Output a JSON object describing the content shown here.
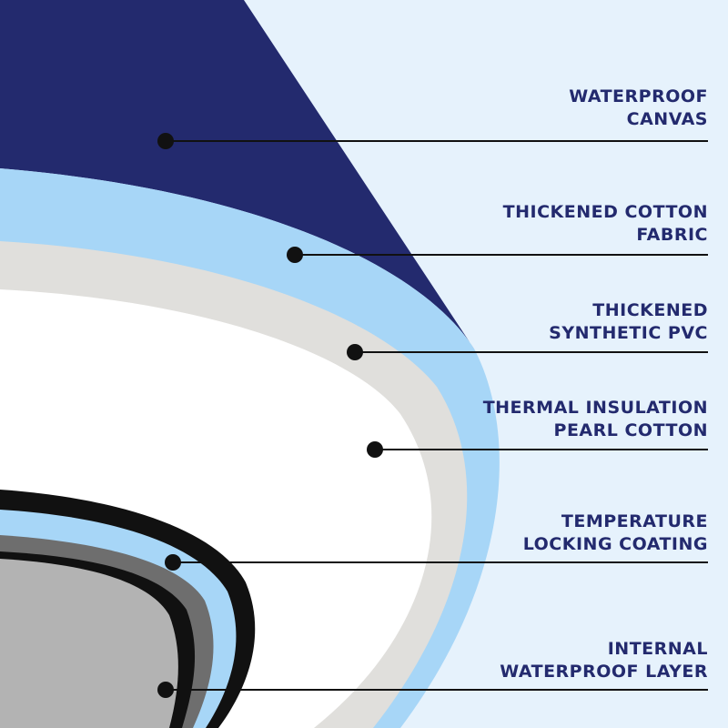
{
  "colors": {
    "background": "#e6f2fc",
    "navy": "#232a6e",
    "light_blue": "#a7d6f7",
    "light_gray": "#e0dfdc",
    "white": "#ffffff",
    "black": "#111111",
    "dark_gray": "#6e6e6e",
    "mid_gray": "#b3b3b3"
  },
  "layers": [
    {
      "line1": "WATERPROOF",
      "line2": "CANVAS"
    },
    {
      "line1": "THICKENED COTTON",
      "line2": "FABRIC"
    },
    {
      "line1": "THICKENED",
      "line2": "SYNTHETIC PVC"
    },
    {
      "line1": "THERMAL INSULATION",
      "line2": "PEARL COTTON"
    },
    {
      "line1": "TEMPERATURE",
      "line2": "LOCKING COATING"
    },
    {
      "line1": "INTERNAL",
      "line2": "WATERPROOF LAYER"
    }
  ]
}
